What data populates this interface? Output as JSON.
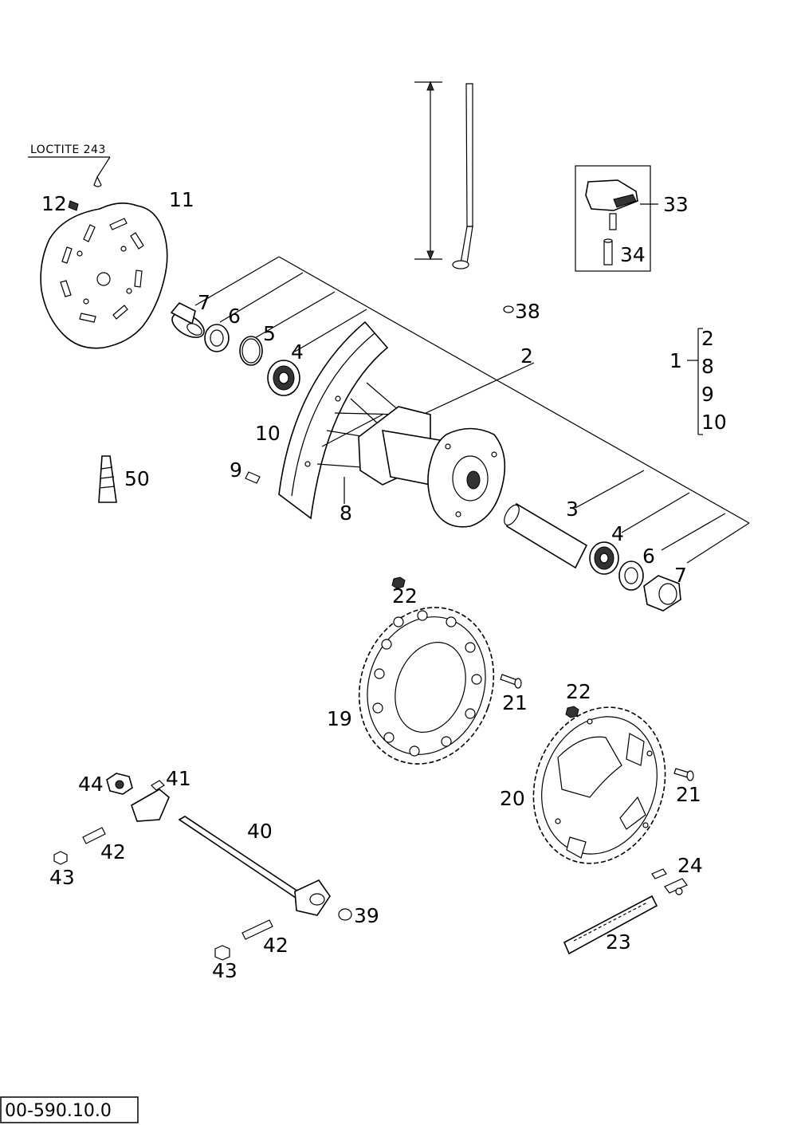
{
  "note": "LOCTITE 243",
  "document_id": "00-590.10.0",
  "group": {
    "parent": "1",
    "children": [
      "2",
      "8",
      "9",
      "10"
    ]
  },
  "callouts": {
    "c2": "2",
    "c3": "3",
    "c4a": "4",
    "c4b": "4",
    "c5": "5",
    "c6a": "6",
    "c6b": "6",
    "c7a": "7",
    "c7b": "7",
    "c8": "8",
    "c9": "9",
    "c10": "10",
    "c11": "11",
    "c12": "12",
    "c19": "19",
    "c20": "20",
    "c21a": "21",
    "c21b": "21",
    "c22a": "22",
    "c22b": "22",
    "c23": "23",
    "c24": "24",
    "c33": "33",
    "c34": "34",
    "c38": "38",
    "c39": "39",
    "c40": "40",
    "c41": "41",
    "c42a": "42",
    "c42b": "42",
    "c43a": "43",
    "c43b": "43",
    "c44": "44",
    "c50": "50"
  }
}
